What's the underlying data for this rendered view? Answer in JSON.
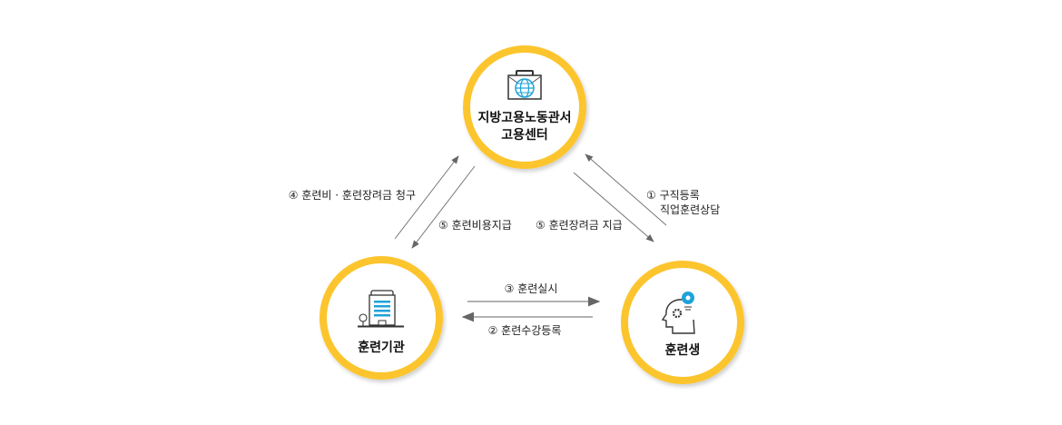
{
  "nodes": {
    "office": {
      "line1": "지방고용노동관서",
      "line2": "고용센터",
      "icon": "briefcase-globe-icon"
    },
    "institution": {
      "label": "훈련기관",
      "icon": "building-icon"
    },
    "trainee": {
      "label": "훈련생",
      "icon": "head-gear-icon"
    }
  },
  "flows": {
    "step1_line1": "① 구직등록",
    "step1_line2": "직업훈련상담",
    "step2": "② 훈련수강등록",
    "step3": "③ 훈련실시",
    "step4": "④ 훈련비 · 훈련장려금 청구",
    "step5a": "⑤ 훈련비용지급",
    "step5b": "⑤ 훈련장려금 지급"
  },
  "colors": {
    "ring": "#fcc52e",
    "accent": "#1ea3d8",
    "arrow": "#777777"
  }
}
